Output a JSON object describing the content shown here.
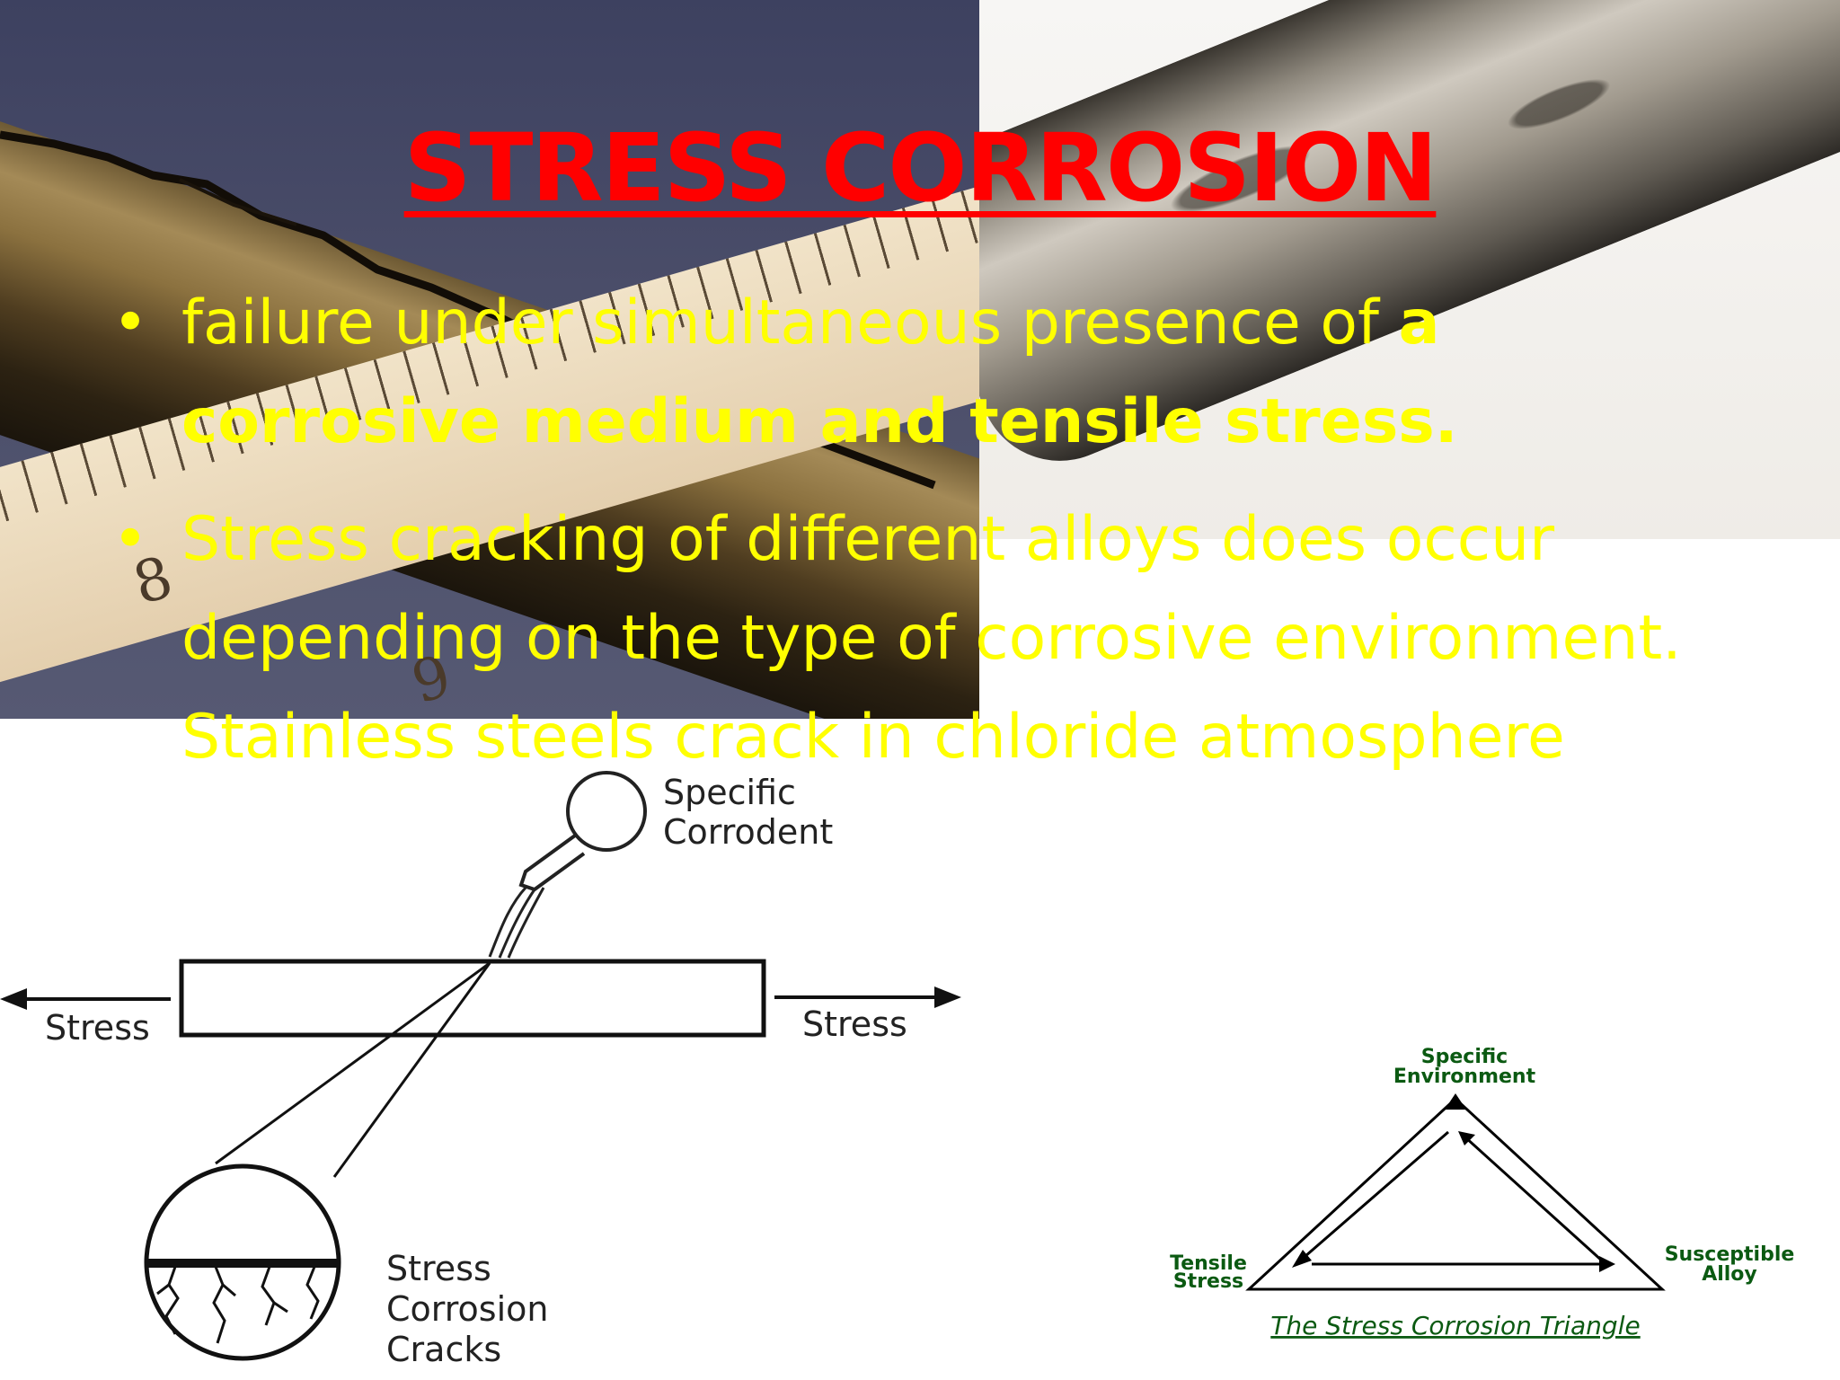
{
  "title": "STRESS CORROSION",
  "bullets": [
    {
      "normal": "failure under simultaneous presence of ",
      "bold": "a corrosive medium and tensile stress."
    },
    {
      "normal": "Stress cracking of different alloys does occur depending on the type of corrosive environment. Stainless steels crack in chloride atmosphere"
    }
  ],
  "photo": {
    "ruler_numbers": [
      "8",
      "9"
    ]
  },
  "diagram": {
    "corrodent_label_line1": "Specific",
    "corrodent_label_line2": "Corrodent",
    "stress_left": "Stress",
    "stress_right": "Stress",
    "cracks_label_line1": "Stress",
    "cracks_label_line2": "Corrosion",
    "cracks_label_line3": "Cracks"
  },
  "triangle": {
    "top_line1": "Specific",
    "top_line2": "Environment",
    "left_line1": "Tensile",
    "left_line2": "Stress",
    "right_line1": "Susceptible",
    "right_line2": "Alloy",
    "caption": "The Stress Corrosion Triangle",
    "color": "#0b5a12"
  },
  "colors": {
    "title": "#ff0000",
    "bullet_text": "#ffff00"
  }
}
